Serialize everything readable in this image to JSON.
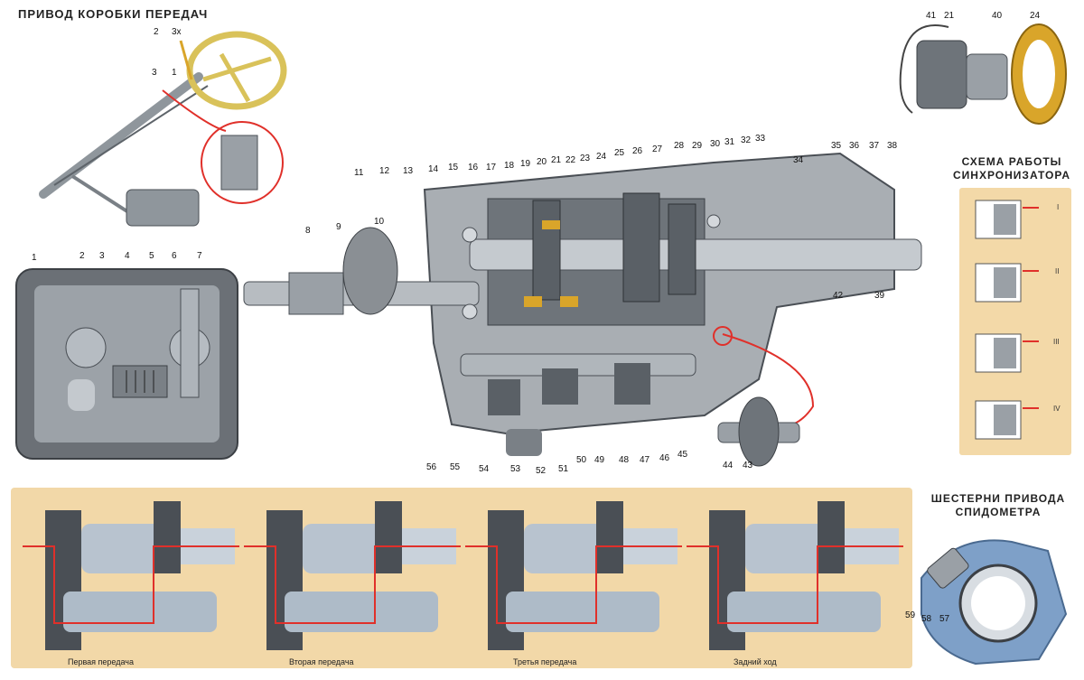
{
  "titles": {
    "main": "ПРИВОД КОРОБКИ ПЕРЕДАЧ",
    "sync_line1": "СХЕМА РАБОТЫ",
    "sync_line2": "СИНХРОНИЗАТОРА",
    "speedo_line1": "ШЕСТЕРНИ ПРИВОДА",
    "speedo_line2": "СПИДОМЕТРА"
  },
  "captions": {
    "first": "Первая передача",
    "second": "Вторая передача",
    "third": "Третья передача",
    "reverse": "Задний ход"
  },
  "sync_stages": [
    "I",
    "II",
    "III",
    "IV"
  ],
  "lever_labels": [
    "2",
    "3х",
    "3",
    "1"
  ],
  "colors": {
    "steel": "#8f969c",
    "dark": "#4a4f55",
    "panel": "#f2d8a8",
    "flow": "#e0302a",
    "wheel": "#d9c25a",
    "brass": "#d9a52a"
  },
  "part_numbers": {
    "cover": [
      "1",
      "2",
      "3",
      "4",
      "5",
      "6",
      "7"
    ],
    "top_row": [
      "11",
      "12",
      "13",
      "14",
      "15",
      "16",
      "17",
      "18",
      "19",
      "20",
      "21",
      "22",
      "23",
      "24",
      "25",
      "26",
      "27",
      "28",
      "29",
      "30",
      "31",
      "32",
      "33",
      "34",
      "35",
      "36",
      "37",
      "38"
    ],
    "left_side": [
      "8",
      "9",
      "10"
    ],
    "right_side": [
      "42",
      "39"
    ],
    "bottom_row": [
      "56",
      "55",
      "54",
      "53",
      "52",
      "51",
      "49",
      "50",
      "48",
      "47",
      "46",
      "45",
      "44",
      "43"
    ],
    "sync_top": [
      "41",
      "21",
      "40",
      "24"
    ],
    "speedo": [
      "59",
      "58",
      "57"
    ]
  }
}
